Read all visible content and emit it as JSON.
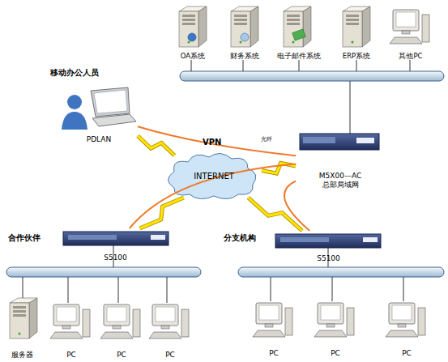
{
  "diagram": {
    "nodes": [
      {
        "text": [
          "OA系统"
        ]
      },
      {
        "text": [
          "财务系统"
        ]
      },
      {
        "text": [
          "电子邮件系统"
        ]
      },
      {
        "text": [
          "ERP系统"
        ]
      },
      {
        "text": [
          "其他PC"
        ]
      },
      {
        "text": [
          "PDLAN"
        ]
      },
      {
        "text": [
          "INTERNET"
        ]
      },
      {
        "text": [
          "M5X00—AC",
          "总部局域网"
        ]
      },
      {
        "text": [
          "S5100"
        ]
      },
      {
        "text": [
          "S5100"
        ]
      },
      {
        "text": [
          "服务器"
        ]
      },
      {
        "text": [
          "PC"
        ]
      },
      {
        "text": [
          "PC"
        ]
      },
      {
        "text": [
          "PC"
        ]
      },
      {
        "text": [
          "PC"
        ]
      },
      {
        "text": [
          "PC"
        ]
      },
      {
        "text": [
          "PC"
        ]
      }
    ],
    "edges": [
      {
        "from": 5,
        "to": 6,
        "arrow": "none"
      },
      {
        "from": 7,
        "to": 6,
        "arrow": "none"
      },
      {
        "from": 8,
        "to": 6,
        "arrow": "none"
      },
      {
        "from": 9,
        "to": 6,
        "arrow": "none"
      },
      {
        "from": 5,
        "to": 7,
        "arrow": "none"
      },
      {
        "from": 8,
        "to": 7,
        "arrow": "none"
      },
      {
        "from": 9,
        "to": 7,
        "arrow": "none"
      }
    ],
    "labels": [
      "移动办公人员",
      "VPN",
      "光纤",
      "合作伙伴",
      "分支机构"
    ]
  }
}
